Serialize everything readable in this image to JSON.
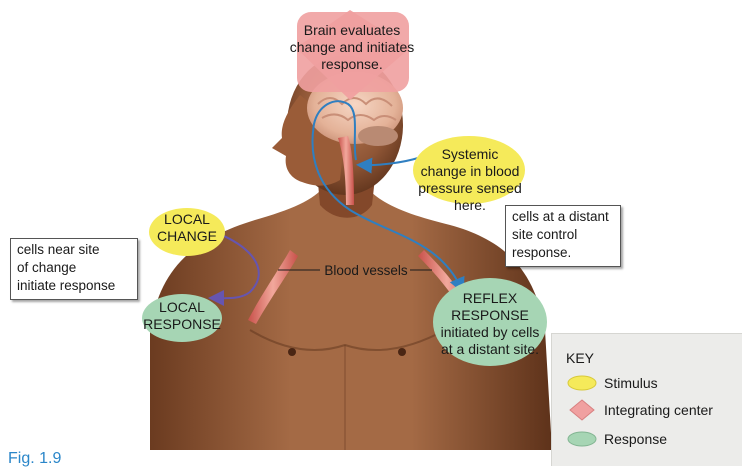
{
  "integrating_center": {
    "lines": [
      "Brain evaluates",
      "change and  initiates",
      "response."
    ]
  },
  "systemic_stimulus": {
    "lines": [
      "Systemic",
      "change in blood",
      "pressure sensed",
      "here."
    ]
  },
  "local_stimulus": {
    "lines": [
      "LOCAL",
      "CHANGE"
    ]
  },
  "local_response": {
    "lines": [
      "LOCAL",
      "RESPONSE"
    ]
  },
  "reflex_response": {
    "lines": [
      "REFLEX",
      "RESPONSE",
      "initiated by cells",
      "at a distant site."
    ]
  },
  "near_site_box": {
    "lines": [
      "cells near site",
      "of change",
      "initiate response"
    ]
  },
  "distant_site_box": {
    "lines": [
      "cells at a distant",
      "site control",
      "response."
    ]
  },
  "blood_vessels_label": "Blood vessels",
  "key": {
    "title": "KEY",
    "items": [
      {
        "label": "Stimulus",
        "shape": "oval",
        "color": "#f5ea5a"
      },
      {
        "label": "Integrating center",
        "shape": "diamond",
        "color": "#f0a0a0"
      },
      {
        "label": "Response",
        "shape": "oval",
        "color": "#a6d5b4"
      }
    ]
  },
  "figure_label": "Fig. 1.9",
  "colors": {
    "stimulus": "#f5ea5a",
    "integrating_center": "#f0a0a0",
    "response": "#a6d5b4",
    "arrow_blue": "#2f7fc1",
    "arrow_purple": "#6655b0",
    "figure_label": "#2a86c9"
  }
}
